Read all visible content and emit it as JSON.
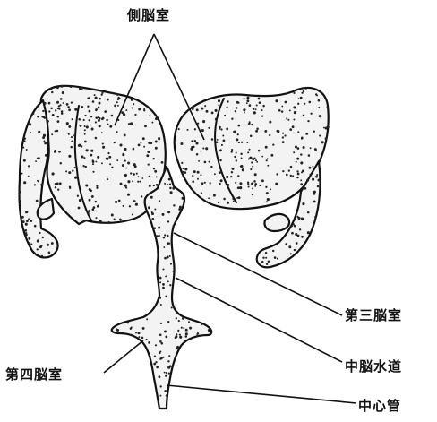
{
  "labels": {
    "lateral_ventricle": "側脳室",
    "third_ventricle": "第三脳室",
    "cerebral_aqueduct": "中脳水道",
    "fourth_ventricle": "第四脳室",
    "central_canal": "中心管"
  }
}
